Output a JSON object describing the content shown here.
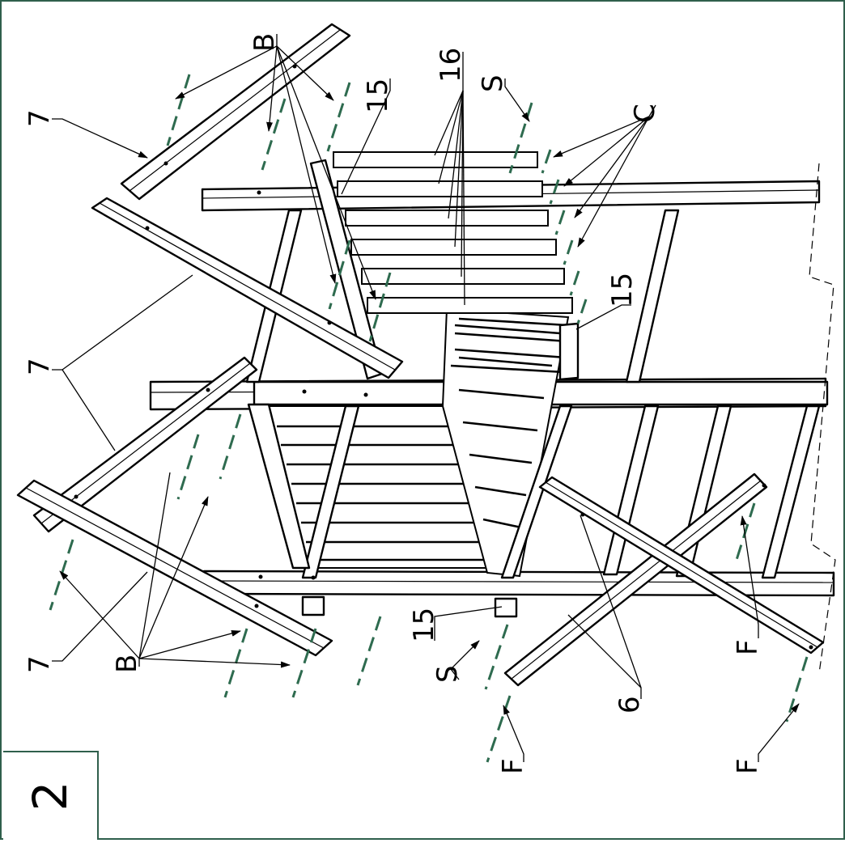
{
  "step_number": "2",
  "labels": {
    "beam_7": "7",
    "bolt_B": "B",
    "part_15": "15",
    "part_16": "16",
    "screw_S": "S",
    "screw_C": "C",
    "part_6": "6",
    "fastener_F": "F"
  },
  "colors": {
    "frame": "#2f5f4c",
    "fastener_axis": "#2e6b4f",
    "lines": "#000000"
  }
}
